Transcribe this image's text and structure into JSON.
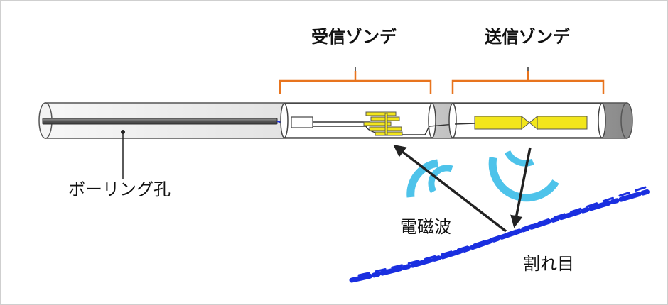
{
  "labels": {
    "receiver_sonde": "受信ゾンデ",
    "transmitter_sonde": "送信ゾンデ",
    "borehole": "ボーリング孔",
    "electromagnetic_wave": "電磁波",
    "crack": "割れ目"
  },
  "colors": {
    "bracket": "#e8741e",
    "crack": "#1a2fe0",
    "wave_arcs": "#4ec3ea",
    "coil": "#f2e61c",
    "arrow": "#222222",
    "cable_highlight": "#2033d6"
  }
}
